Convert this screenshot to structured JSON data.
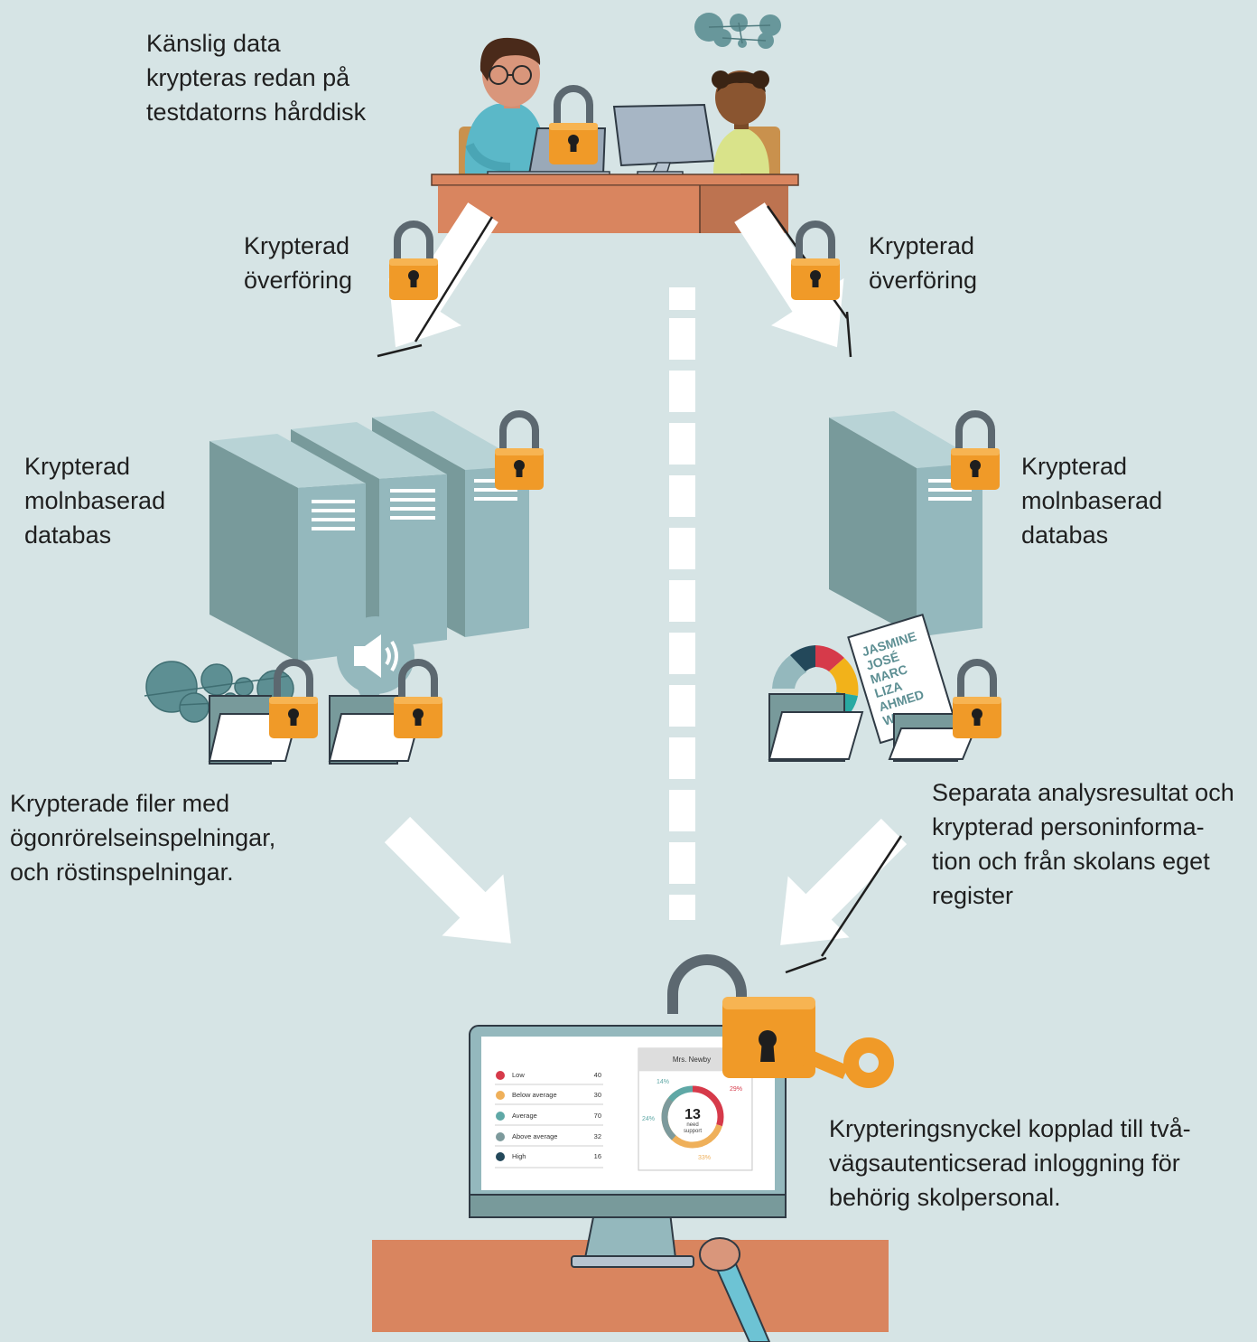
{
  "labels": {
    "sensitive_data": "Känslig data\nkrypteras redan på\ntestdatorns hårddisk",
    "transfer_left": "Krypterad\növerföring",
    "transfer_right": "Krypterad\növerföring",
    "db_left": "Krypterad\nmolnbaserad\ndatabas",
    "db_right": "Krypterad\nmolnbaserad\ndatabas",
    "files_left": "Krypterade filer med\nögonrörelseinspelningar,\noch röstinspelningar.",
    "separate_results": "Separata analysresultat och\nkrypterad personinforma-\ntion och från skolans eget\nregister",
    "key_note": "Krypteringsnyckel kopplad till två-\nvägsautenticserad inloggning för\nbehörig skolpersonal."
  },
  "name_list": [
    "JASMINE",
    "JOSÉ",
    "MARC",
    "LIZA",
    "AHMED",
    "W"
  ],
  "dashboard": {
    "legend": [
      {
        "label": "Low",
        "value": "40",
        "color": "#d63a4a"
      },
      {
        "label": "Below average",
        "value": "30",
        "color": "#efb05a"
      },
      {
        "label": "Average",
        "value": "70",
        "color": "#5fa8a6"
      },
      {
        "label": "Above average",
        "value": "32",
        "color": "#7d9a9c"
      },
      {
        "label": "High",
        "value": "16",
        "color": "#23485a"
      }
    ],
    "teacher": "Mrs. Newby",
    "center_number": "13",
    "center_caption_1": "need",
    "center_caption_2": "support",
    "pct_14": "14%",
    "pct_29": "29%",
    "pct_24": "24%",
    "pct_33": "33%"
  },
  "colors": {
    "background": "#d6e4e5",
    "lock_body": "#f09a28",
    "lock_shackle": "#5c6870",
    "desk": "#d9855f",
    "server_front": "#94b8bd",
    "server_side": "#789a9b",
    "arrow": "#ffffff"
  }
}
